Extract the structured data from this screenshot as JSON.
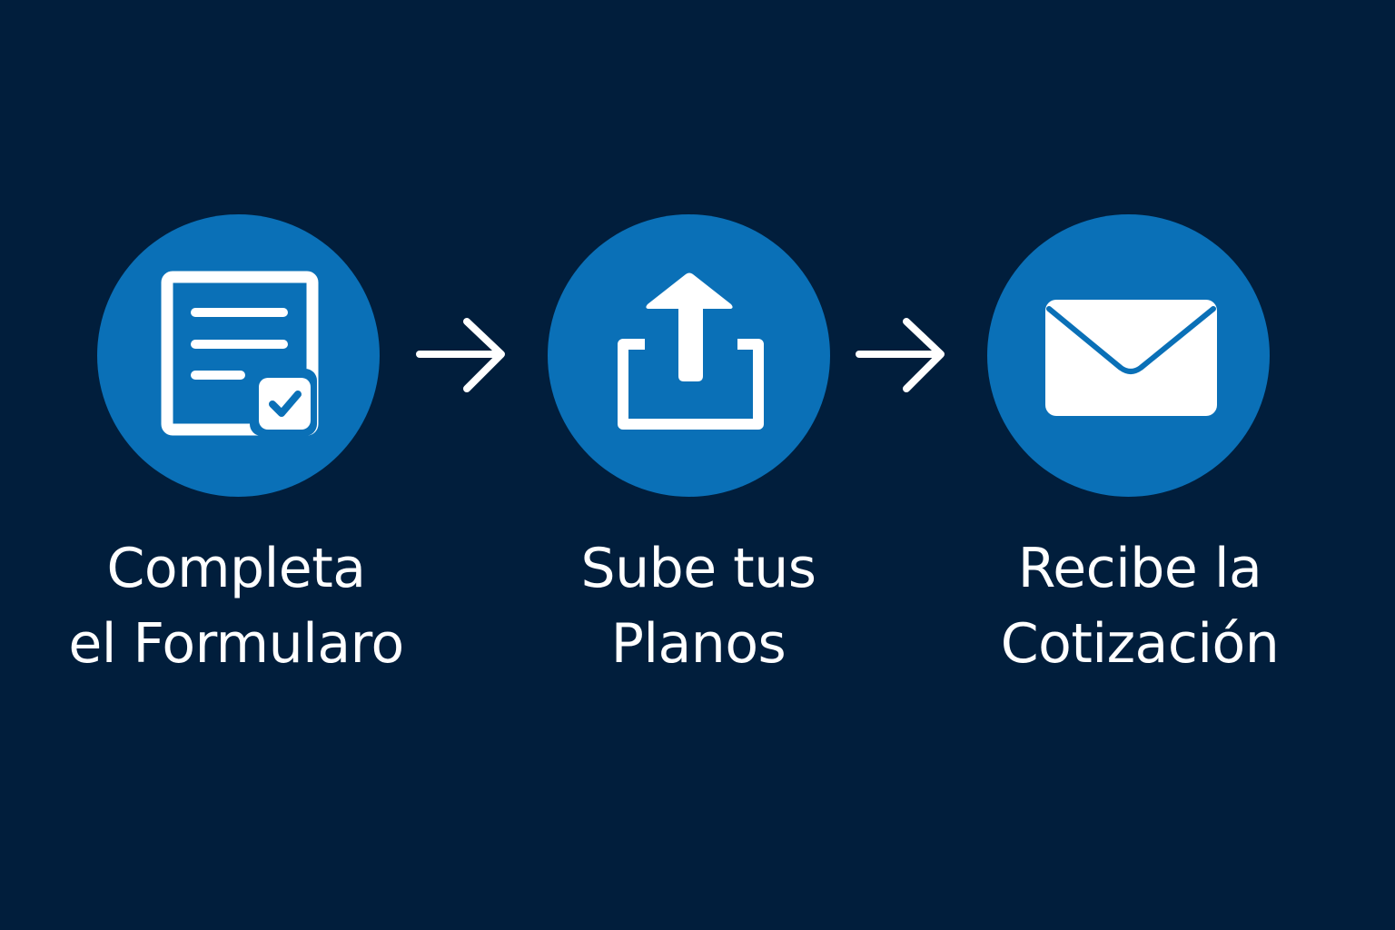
{
  "colors": {
    "background": "#011e3c",
    "circle": "#0a70b7",
    "foreground": "#ffffff"
  },
  "steps": [
    {
      "icon": "form-checklist-icon",
      "line1": "Completa",
      "line2": "el Formularo"
    },
    {
      "icon": "upload-icon",
      "line1": "Sube tus",
      "line2": "Planos"
    },
    {
      "icon": "envelope-icon",
      "line1": "Recibe la",
      "line2": "Cotización"
    }
  ],
  "connectors": [
    "arrow-right-icon",
    "arrow-right-icon"
  ]
}
